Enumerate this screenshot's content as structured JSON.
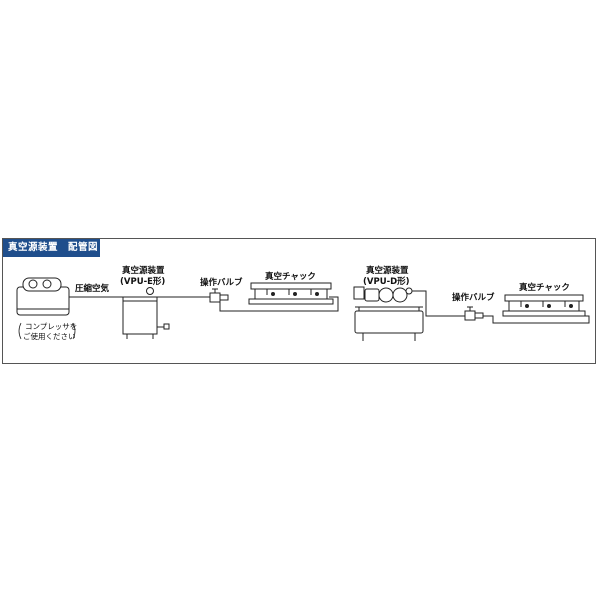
{
  "header": {
    "title": "真空源装置　配管図"
  },
  "labels": {
    "compressor_note_1": "コンプレッサを",
    "compressor_note_2": "ご使用ください",
    "compressed_air": "圧縮空気",
    "vacuum_unit_1": "真空源装置",
    "vacuum_unit_e": "(VPU-E形)",
    "valve_1": "操作バルブ",
    "chuck_1": "真空チャック",
    "vacuum_unit_2": "真空源装置",
    "vacuum_unit_d": "(VPU-D形)",
    "valve_2": "操作バルブ",
    "chuck_2": "真空チャック"
  }
}
